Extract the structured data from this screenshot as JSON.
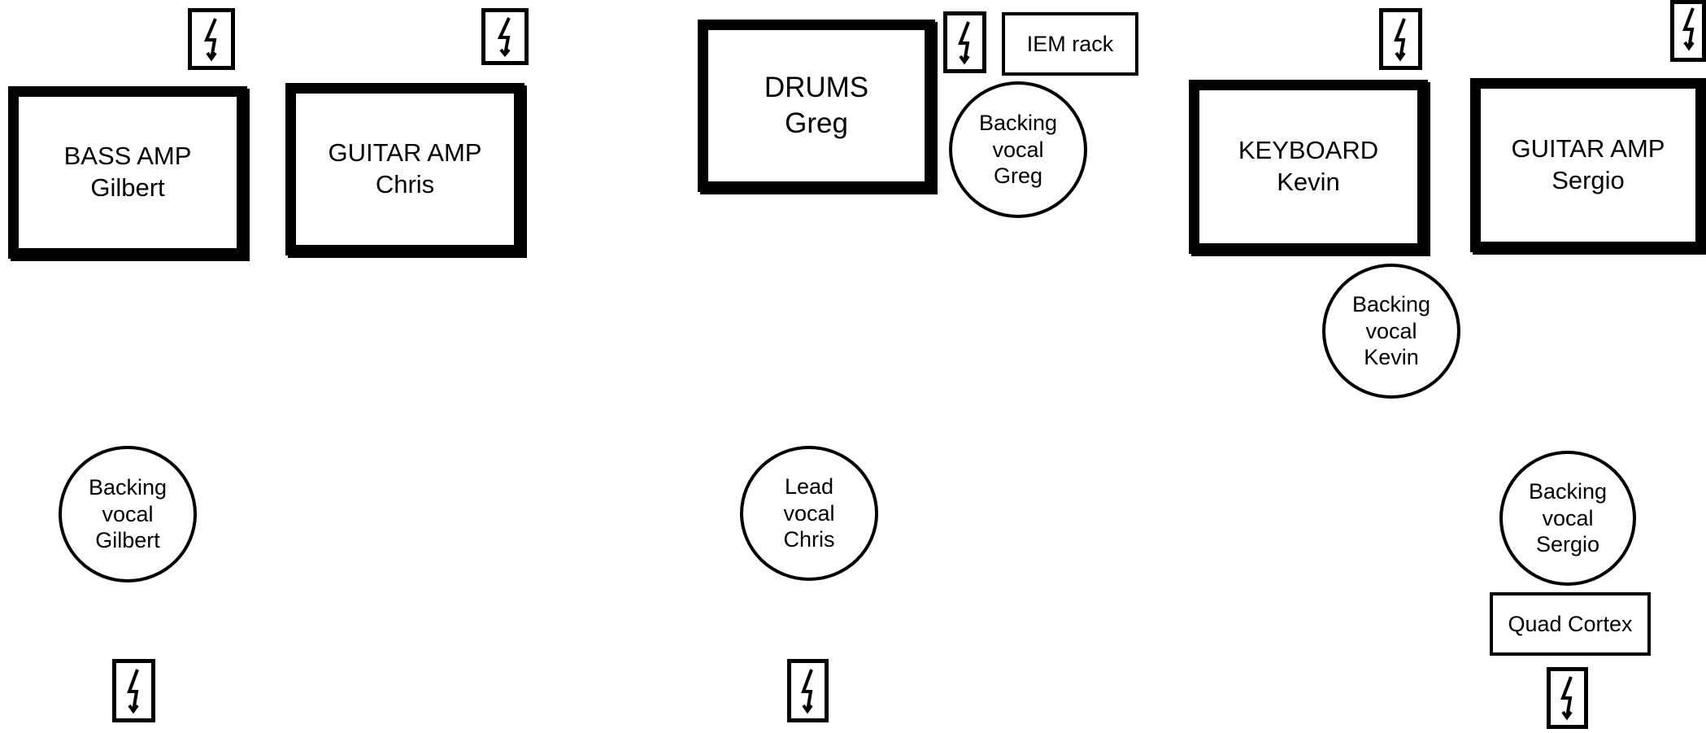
{
  "amps": [
    {
      "id": "bass",
      "line1": "BASS AMP",
      "line2": "Gilbert"
    },
    {
      "id": "guitar-chris",
      "line1": "GUITAR AMP",
      "line2": "Chris"
    },
    {
      "id": "drums",
      "line1": "DRUMS",
      "line2": "Greg"
    },
    {
      "id": "keyboard",
      "line1": "KEYBOARD",
      "line2": "Kevin"
    },
    {
      "id": "guitar-sergio",
      "line1": "GUITAR AMP",
      "line2": "Sergio"
    }
  ],
  "labels": {
    "iem_rack": "IEM rack",
    "quad_cortex": "Quad Cortex"
  },
  "vocals": [
    {
      "id": "greg",
      "lines": [
        "Backing",
        "vocal",
        "Greg"
      ]
    },
    {
      "id": "kevin",
      "lines": [
        "Backing",
        "vocal",
        "Kevin"
      ]
    },
    {
      "id": "gilbert",
      "lines": [
        "Backing",
        "vocal",
        "Gilbert"
      ]
    },
    {
      "id": "chris",
      "lines": [
        "Lead",
        "vocal",
        "Chris"
      ]
    },
    {
      "id": "sergio",
      "lines": [
        "Backing",
        "vocal",
        "Sergio"
      ]
    }
  ],
  "power_icon": "power-outlet-icon",
  "colors": {
    "stroke": "#000000",
    "background": "#ffffff"
  }
}
